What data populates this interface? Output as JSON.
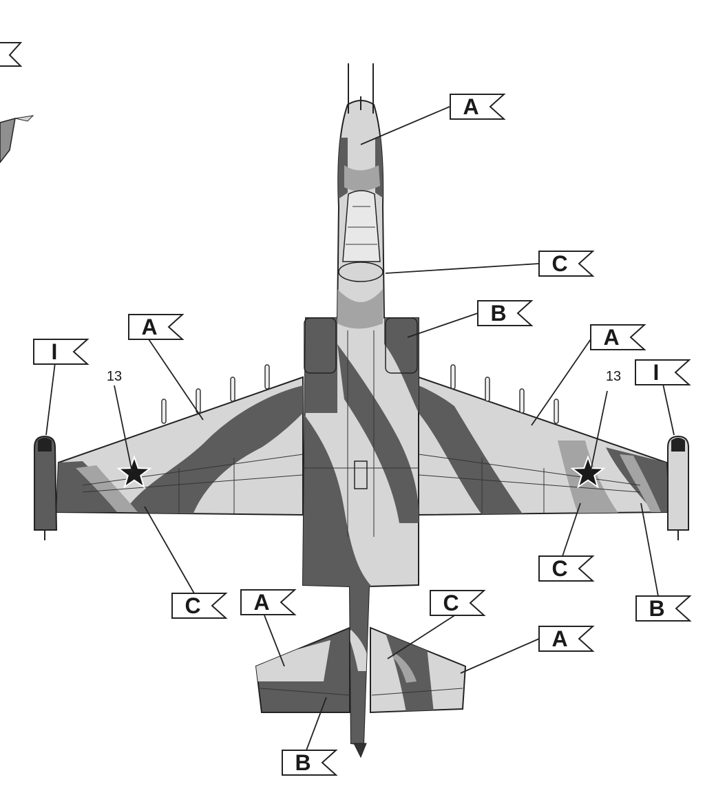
{
  "colors": {
    "light": "#d6d6d6",
    "medium": "#a4a4a4",
    "dark": "#5c5c5c",
    "outline": "#222222",
    "background": "#ffffff"
  },
  "callouts": [
    {
      "id": "cockpit-nose",
      "letter": "A"
    },
    {
      "id": "canopy",
      "letter": "C"
    },
    {
      "id": "engine-nacelle",
      "letter": "B"
    },
    {
      "id": "left-wing-leading-edge",
      "letter": "A"
    },
    {
      "id": "right-wing-leading-edge",
      "letter": "A"
    },
    {
      "id": "left-wingtip-pod",
      "letter": "I"
    },
    {
      "id": "right-wingtip-pod",
      "letter": "I"
    },
    {
      "id": "left-wing-trailing-edge",
      "letter": "C"
    },
    {
      "id": "right-wing-trailing-edge",
      "letter": "C"
    },
    {
      "id": "right-aileron",
      "letter": "B"
    },
    {
      "id": "left-stabilizer",
      "letter": "A"
    },
    {
      "id": "right-stabilizer",
      "letter": "A"
    },
    {
      "id": "tail-center",
      "letter": "C"
    },
    {
      "id": "left-elevator",
      "letter": "B"
    }
  ],
  "side_numbers": [
    "13",
    "13"
  ],
  "insignia": [
    {
      "name": "left-star",
      "icon": "star-icon"
    },
    {
      "name": "right-star",
      "icon": "star-icon"
    }
  ]
}
